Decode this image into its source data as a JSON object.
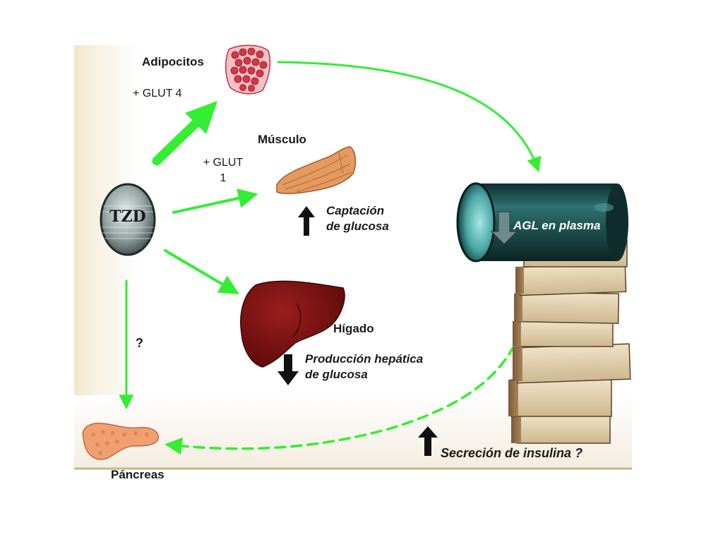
{
  "labels": {
    "tzd": "TZD",
    "adipocitos": "Adipocitos",
    "glut4": "+ GLUT 4",
    "musculo": "Músculo",
    "glut1_line1": "+ GLUT",
    "glut1_line2": "1",
    "captacion_line1": "Captación",
    "captacion_line2": "de glucosa",
    "higado": "Hígado",
    "produccion_line1": "Producción hepática",
    "produccion_line2": "de glucosa",
    "pancreas": "Páncreas",
    "question": "?",
    "secrecion": "Secreción de insulina ?",
    "agl": "AGL en plasma"
  },
  "colors": {
    "arrow_green": "#33ee33",
    "background_beige": "#f1e2c6",
    "liver": "#7a1010",
    "cylinder": "#1e4f4e",
    "cylinder_end": "#8ad0ce",
    "pancreas": "#f0a070",
    "muscle": "#e39a60",
    "adipose": "#d43848"
  },
  "icons": [
    "tzd-disc",
    "adipocyte-cluster-icon",
    "muscle-tissue-icon",
    "liver-icon",
    "pancreas-icon",
    "plasma-cylinder-icon",
    "book-stack-icon",
    "up-arrow-icon",
    "down-arrow-icon"
  ]
}
